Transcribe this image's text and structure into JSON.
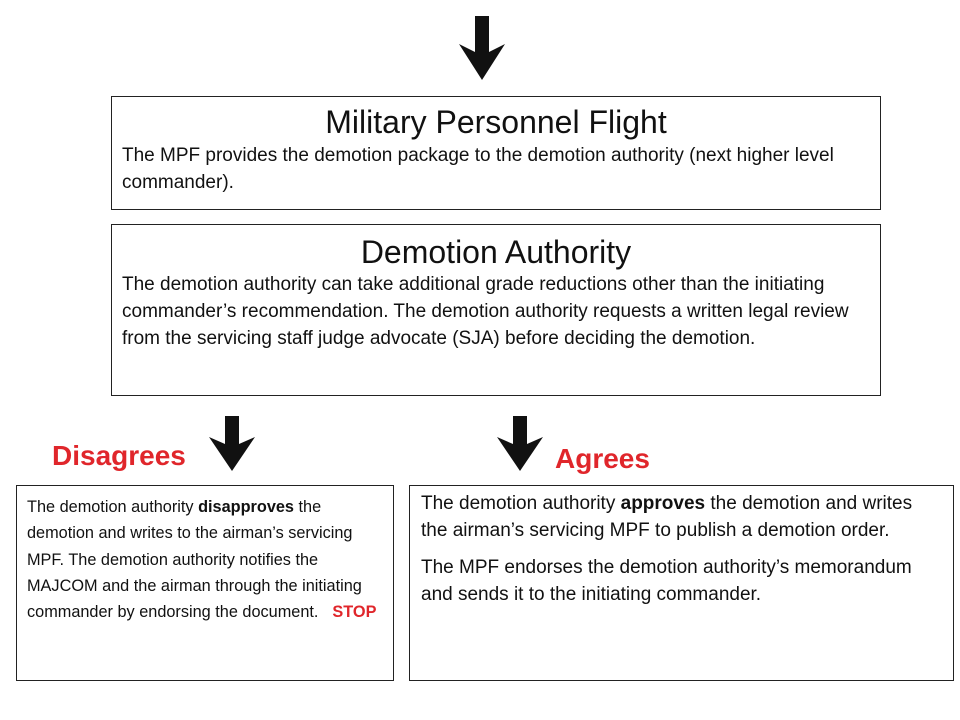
{
  "mpf": {
    "title": "Military Personnel Flight",
    "description": "The MPF provides the demotion package to the demotion authority (next higher level commander)."
  },
  "demotion_authority": {
    "title": "Demotion Authority",
    "description": "The demotion authority can take additional grade reductions other than the initiating commander’s recommendation.  The demotion authority requests a written legal review from the servicing staff judge advocate (SJA) before deciding the demotion."
  },
  "disagrees": {
    "label": "Disagrees",
    "text_before": "The demotion authority ",
    "emphasis": "disapproves",
    "text_after": " the demotion and writes to the airman’s servicing MPF.  The demotion authority notifies the MAJCOM and the airman through the initiating commander by endorsing the document.",
    "stop": "STOP"
  },
  "agrees": {
    "label": "Agrees",
    "para1_before": "The demotion authority ",
    "para1_emphasis": "approves",
    "para1_after": " the demotion and writes the airman’s servicing MPF to publish a demotion order.",
    "para2": "The MPF endorses the demotion authority’s memorandum and sends it to the initiating commander."
  },
  "colors": {
    "accent_red": "#e0262b",
    "arrow": "#111111"
  },
  "icons": [
    "arrow-down-icon"
  ]
}
